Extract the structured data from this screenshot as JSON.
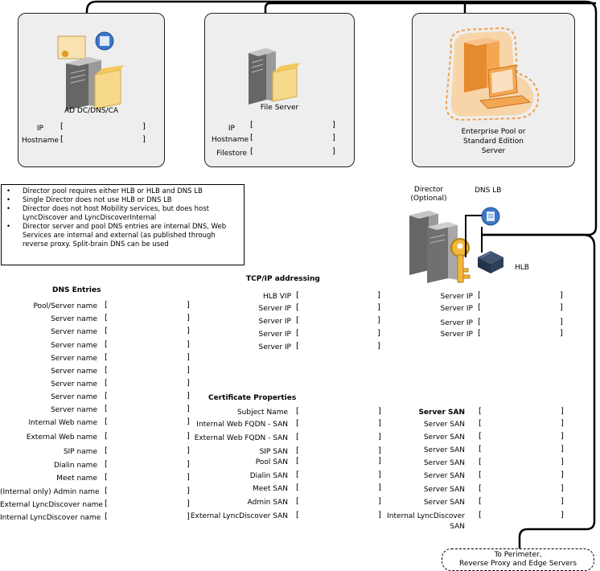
{
  "servers": {
    "ad": {
      "title": "AD DC/DNS/CA",
      "fields": [
        "IP",
        "Hostname"
      ]
    },
    "file": {
      "title": "File Server",
      "fields": [
        "IP",
        "Hostname",
        "Filestore"
      ]
    },
    "pool": {
      "title_line1": "Enterprise Pool or",
      "title_line2": "Standard Edition",
      "title_line3": "Server"
    }
  },
  "director": {
    "label_line1": "Director",
    "label_line2": "(Optional)",
    "dnslb": "DNS LB",
    "hlb": "HLB"
  },
  "notes": [
    "Director pool requires either HLB or HLB and DNS LB",
    "Single Director does not use HLB or DNS LB",
    "Director does not host Mobility services, but does host LyncDiscover and LyncDiscoverInternal",
    "Director server and pool DNS entries are internal DNS, Web Services are internal and external (as published through reverse proxy. Split-brain DNS can be used"
  ],
  "dns": {
    "title": "DNS Entries",
    "entries": [
      "Pool/Server name",
      "Server name",
      "Server name",
      "Server name",
      "Server name",
      "Server name",
      "Server name",
      "Server name",
      "Server name",
      "Internal Web name",
      "External Web name",
      "SIP name",
      "Dialin name",
      "Meet name",
      "(Internal only) Admin name",
      "External LyncDiscover name",
      "Internal LyncDiscover name"
    ]
  },
  "tcpip": {
    "title": "TCP/IP addressing",
    "left": [
      "HLB VIP",
      "Server IP",
      "Server IP",
      "Server IP",
      "Server IP"
    ],
    "right": [
      "Server IP",
      "Server IP",
      "Server IP",
      "Server IP"
    ]
  },
  "cert": {
    "title": "Certificate Properties",
    "left": [
      "Subject Name",
      "Internal Web FQDN - SAN",
      "External Web FQDN - SAN",
      "SIP SAN",
      "Pool SAN",
      "Dialin SAN",
      "Meet SAN",
      "Admin SAN",
      "External LyncDiscover SAN"
    ],
    "right_first": "Server SAN",
    "right": [
      "Server SAN",
      "Server SAN",
      "Server SAN",
      "Server SAN",
      "Server SAN",
      "Server SAN",
      "Server SAN"
    ],
    "right_last_line1": "Internal LyncDiscover",
    "right_last_line2": "SAN"
  },
  "perimeter": {
    "line1": "To Perimeter,",
    "line2": "Reverse Proxy and Edge Servers"
  },
  "brackets": {
    "open": "[",
    "close": "]"
  }
}
